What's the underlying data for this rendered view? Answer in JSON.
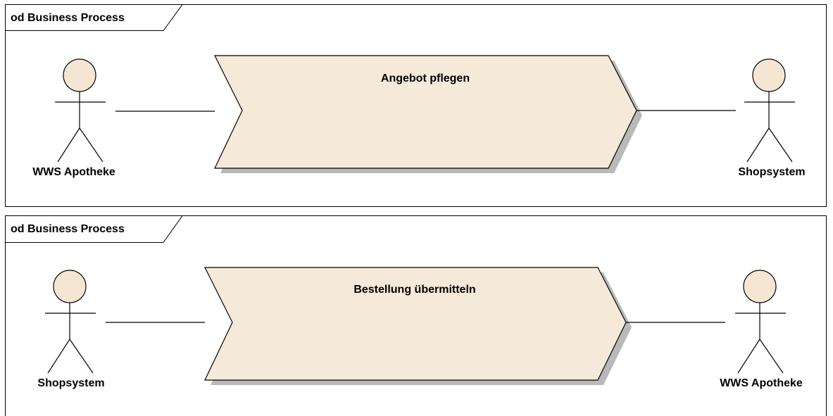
{
  "colors": {
    "process_fill": "#f5ead9",
    "actor_fill": "#f5e6d3",
    "line": "#000000",
    "shadow": "#b9b9b9"
  },
  "diagrams": [
    {
      "frame_title": "od Business Process",
      "process_label": "Angebot pflegen",
      "left_actor": "WWS Apotheke",
      "right_actor": "Shopsystem"
    },
    {
      "frame_title": "od Business Process",
      "process_label": "Bestellung übermitteln",
      "left_actor": "Shopsystem",
      "right_actor": "WWS Apotheke"
    }
  ]
}
